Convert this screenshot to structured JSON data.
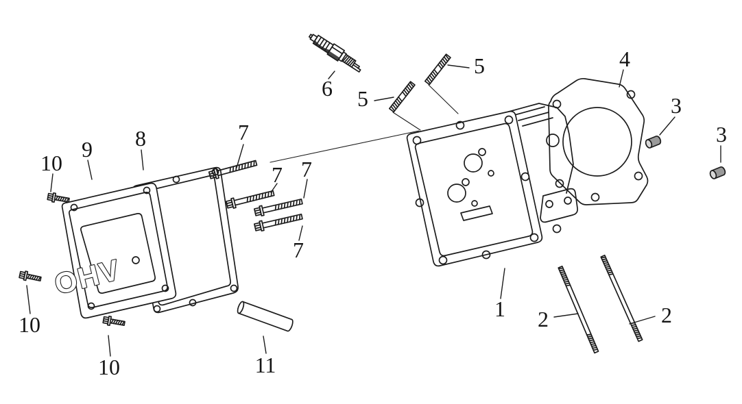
{
  "diagram": {
    "background_color": "#ffffff",
    "line_color": "#1c1c1c",
    "valve_cover_marking": "OHV",
    "callouts": [
      {
        "label": "10"
      },
      {
        "label": "9"
      },
      {
        "label": "8"
      },
      {
        "label": "7"
      },
      {
        "label": "7"
      },
      {
        "label": "7"
      },
      {
        "label": "5"
      },
      {
        "label": "6"
      },
      {
        "label": "5"
      },
      {
        "label": "4"
      },
      {
        "label": "3"
      },
      {
        "label": "3"
      },
      {
        "label": "7"
      },
      {
        "label": "10"
      },
      {
        "label": "10"
      },
      {
        "label": "11"
      },
      {
        "label": "1"
      },
      {
        "label": "2"
      },
      {
        "label": "2"
      }
    ]
  }
}
